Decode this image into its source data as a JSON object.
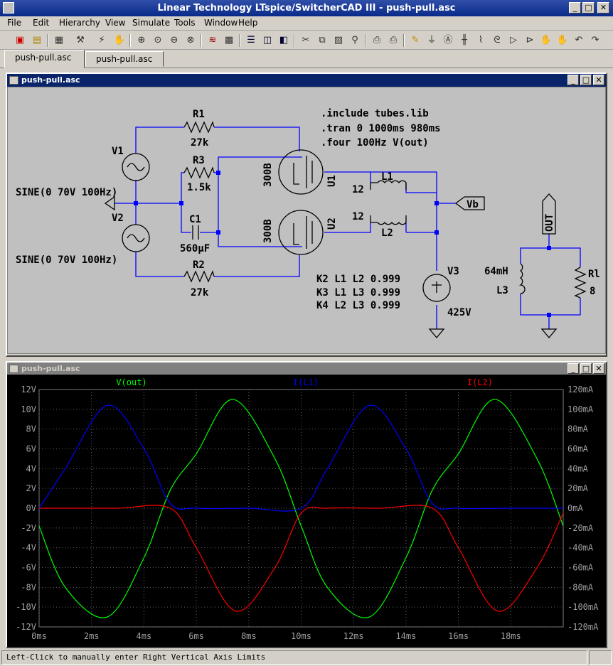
{
  "window": {
    "title": "Linear Technology LTspice/SwitcherCAD III - push-pull.asc",
    "min": "_",
    "max": "□",
    "close": "✕"
  },
  "menu": [
    "File",
    "Edit",
    "Hierarchy",
    "View",
    "Simulate",
    "Tools",
    "Window",
    "Help"
  ],
  "toolbar_icons": [
    "new-schematic",
    "open",
    "save",
    "hammer",
    "run",
    "pan",
    "zoom-in",
    "zoom-area",
    "zoom-out",
    "zoom-fit",
    "autorange",
    "grid",
    "tile-h",
    "tile-v",
    "cascade",
    "cut",
    "copy",
    "paste",
    "find",
    "print-preview",
    "print",
    "wire",
    "ground",
    "label",
    "capacitor",
    "resistor",
    "inductor",
    "diode",
    "drag",
    "move",
    "undo",
    "redo"
  ],
  "tabs": [
    {
      "label": "push-pull.asc",
      "active": true
    },
    {
      "label": "push-pull.asc",
      "active": false
    }
  ],
  "schematic": {
    "title": "push-pull.asc",
    "directives": [
      ".include tubes.lib",
      ".tran 0 1000ms 980ms",
      ".four 100Hz V(out)"
    ],
    "couplings": [
      "K2 L1 L2 0.999",
      "K3 L1 L3 0.999",
      "K4 L2 L3 0.999"
    ],
    "components": {
      "R1": {
        "name": "R1",
        "value": "27k"
      },
      "R2": {
        "name": "R2",
        "value": "27k"
      },
      "R3": {
        "name": "R3",
        "value": "1.5k"
      },
      "C1": {
        "name": "C1",
        "value": "560µF"
      },
      "V1": {
        "name": "V1",
        "value": "SINE(0 70V 100Hz)"
      },
      "V2": {
        "name": "V2",
        "value": "SINE(0 70V 100Hz)"
      },
      "V3": {
        "name": "V3",
        "value": "425V"
      },
      "U1": {
        "name": "U1",
        "model": "300B"
      },
      "U2": {
        "name": "U2",
        "model": "300B"
      },
      "L1": {
        "name": "L1",
        "value": "12"
      },
      "L2": {
        "name": "L2",
        "value": "12"
      },
      "L3": {
        "name": "L3",
        "value": "64mH"
      },
      "Rl": {
        "name": "Rl",
        "value": "8"
      }
    },
    "labels": {
      "vb": "Vb",
      "out": "OUT"
    }
  },
  "plot": {
    "title": "push-pull.asc",
    "traces": [
      {
        "name": "V(out)",
        "color": "#00ff00"
      },
      {
        "name": "I(L1)",
        "color": "#0000ff"
      },
      {
        "name": "I(L2)",
        "color": "#ff0000"
      }
    ],
    "left_ticks": [
      "12V",
      "10V",
      "8V",
      "6V",
      "4V",
      "2V",
      "0V",
      "-2V",
      "-4V",
      "-6V",
      "-8V",
      "-10V",
      "-12V"
    ],
    "right_ticks": [
      "120mA",
      "100mA",
      "80mA",
      "60mA",
      "40mA",
      "20mA",
      "0mA",
      "-20mA",
      "-40mA",
      "-60mA",
      "-80mA",
      "-100mA",
      "-120mA"
    ],
    "x_ticks": [
      "0ms",
      "2ms",
      "4ms",
      "6ms",
      "8ms",
      "10ms",
      "12ms",
      "14ms",
      "16ms",
      "18ms"
    ]
  },
  "chart_data": {
    "type": "line",
    "x_range_ms": [
      0,
      20
    ],
    "y_left": {
      "unit": "V",
      "ylim": [
        -12,
        12
      ]
    },
    "y_right": {
      "unit": "mA",
      "ylim": [
        -120,
        120
      ]
    },
    "grid": true,
    "series": [
      {
        "name": "V(out)",
        "axis": "left",
        "x": [
          0,
          1,
          2.6,
          4,
          5,
          6,
          7.4,
          9,
          10,
          11,
          12.6,
          14,
          15,
          16,
          17.4,
          19,
          20
        ],
        "values": [
          -1.8,
          -8,
          -11,
          -5,
          1.8,
          5.5,
          11,
          5,
          -1.8,
          -8,
          -11,
          -5,
          1.8,
          5.5,
          11,
          5,
          -1.8
        ]
      },
      {
        "name": "I(L1)",
        "axis": "right",
        "x": [
          0,
          1,
          2.6,
          4,
          5,
          6,
          8,
          10,
          11,
          12.6,
          14,
          15,
          16,
          18,
          20
        ],
        "values": [
          0,
          40,
          104,
          60,
          5,
          0,
          0,
          0,
          40,
          104,
          60,
          5,
          0,
          0,
          0
        ]
      },
      {
        "name": "I(L2)",
        "axis": "right",
        "x": [
          0,
          1,
          3,
          5,
          6,
          7.5,
          9,
          10,
          11,
          13,
          15,
          16,
          17.5,
          19,
          20
        ],
        "values": [
          0,
          0,
          0,
          0,
          -40,
          -104,
          -60,
          -5,
          0,
          0,
          0,
          -40,
          -104,
          -60,
          -5
        ]
      }
    ]
  },
  "status": "Left-Click to manually enter Right Vertical Axis Limits"
}
